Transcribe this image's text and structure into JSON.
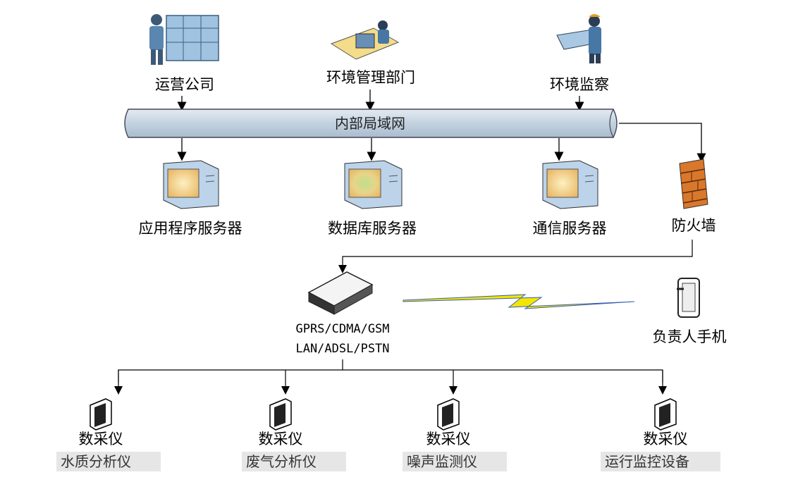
{
  "clients": [
    {
      "label": "运营公司",
      "icon": "operator-worker-icon"
    },
    {
      "label": "环境管理部门",
      "icon": "admin-desk-icon"
    },
    {
      "label": "环境监察",
      "icon": "inspector-icon"
    }
  ],
  "network": {
    "label": "内部局域网"
  },
  "servers": [
    {
      "label": "应用程序服务器",
      "icon": "server-icon"
    },
    {
      "label": "数据库服务器",
      "icon": "server-icon"
    },
    {
      "label": "通信服务器",
      "icon": "server-icon"
    }
  ],
  "firewall": {
    "label": "防火墙",
    "icon": "firewall-icon"
  },
  "gateway": {
    "line1": "GPRS/CDMA/GSM",
    "line2": "LAN/ADSL/PSTN",
    "icon": "modem-icon"
  },
  "phone": {
    "label": "负责人手机",
    "icon": "mobile-phone-icon"
  },
  "collectors": [
    {
      "label": "数采仪",
      "device": "水质分析仪"
    },
    {
      "label": "数采仪",
      "device": "废气分析仪"
    },
    {
      "label": "数采仪",
      "device": "噪声监测仪"
    },
    {
      "label": "数采仪",
      "device": "运行监控设备"
    }
  ],
  "colors": {
    "network_fill": "#c9d7e3",
    "firewall_brick": "#d9772b",
    "lightning": "#f2e600",
    "server_screen": "#f5d28a"
  }
}
